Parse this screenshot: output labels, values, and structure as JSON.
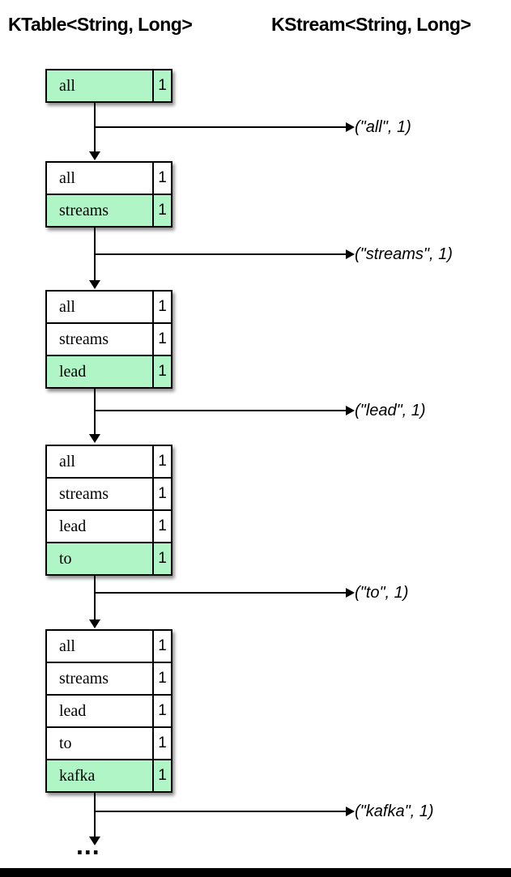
{
  "headers": {
    "ktable": "KTable<String, Long>",
    "kstream": "KStream<String, Long>"
  },
  "colors": {
    "highlight_green": "#b0f5c6",
    "table_border": "#000000",
    "background": "#ffffff",
    "bottom_bar": "#000000"
  },
  "stages": [
    {
      "rows": [
        {
          "key": "all",
          "value": "1",
          "highlighted": true
        }
      ],
      "record": "(\"all\", 1)"
    },
    {
      "rows": [
        {
          "key": "all",
          "value": "1",
          "highlighted": false
        },
        {
          "key": "streams",
          "value": "1",
          "highlighted": true
        }
      ],
      "record": "(\"streams\", 1)"
    },
    {
      "rows": [
        {
          "key": "all",
          "value": "1",
          "highlighted": false
        },
        {
          "key": "streams",
          "value": "1",
          "highlighted": false
        },
        {
          "key": "lead",
          "value": "1",
          "highlighted": true
        }
      ],
      "record": "(\"lead\", 1)"
    },
    {
      "rows": [
        {
          "key": "all",
          "value": "1",
          "highlighted": false
        },
        {
          "key": "streams",
          "value": "1",
          "highlighted": false
        },
        {
          "key": "lead",
          "value": "1",
          "highlighted": false
        },
        {
          "key": "to",
          "value": "1",
          "highlighted": true
        }
      ],
      "record": "(\"to\", 1)"
    },
    {
      "rows": [
        {
          "key": "all",
          "value": "1",
          "highlighted": false
        },
        {
          "key": "streams",
          "value": "1",
          "highlighted": false
        },
        {
          "key": "lead",
          "value": "1",
          "highlighted": false
        },
        {
          "key": "to",
          "value": "1",
          "highlighted": false
        },
        {
          "key": "kafka",
          "value": "1",
          "highlighted": true
        }
      ],
      "record": "(\"kafka\", 1)"
    }
  ],
  "ellipsis": "..."
}
